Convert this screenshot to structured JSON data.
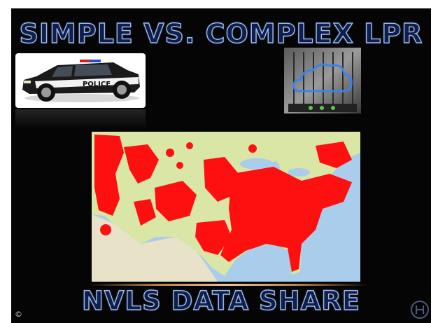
{
  "slide": {
    "title": "SIMPLE VS. COMPLEX LPR",
    "bottom_title": "NVLS DATA SHARE",
    "copyright_symbol": "©"
  },
  "car": {
    "badge_text": "POLICE",
    "icon": "police-car-icon"
  },
  "server": {
    "icon": "server-cloud-icon"
  },
  "map": {
    "icon": "us-coverage-map",
    "land_color": "#d9e6a6",
    "water_color": "#a9cdea",
    "coverage_color": "#ff1010"
  },
  "logo": {
    "icon": "circle-logo-icon"
  },
  "colors": {
    "slide_background": "#050505",
    "title_fill": "#0d1f4a",
    "title_outline": "#9fb9ee"
  }
}
